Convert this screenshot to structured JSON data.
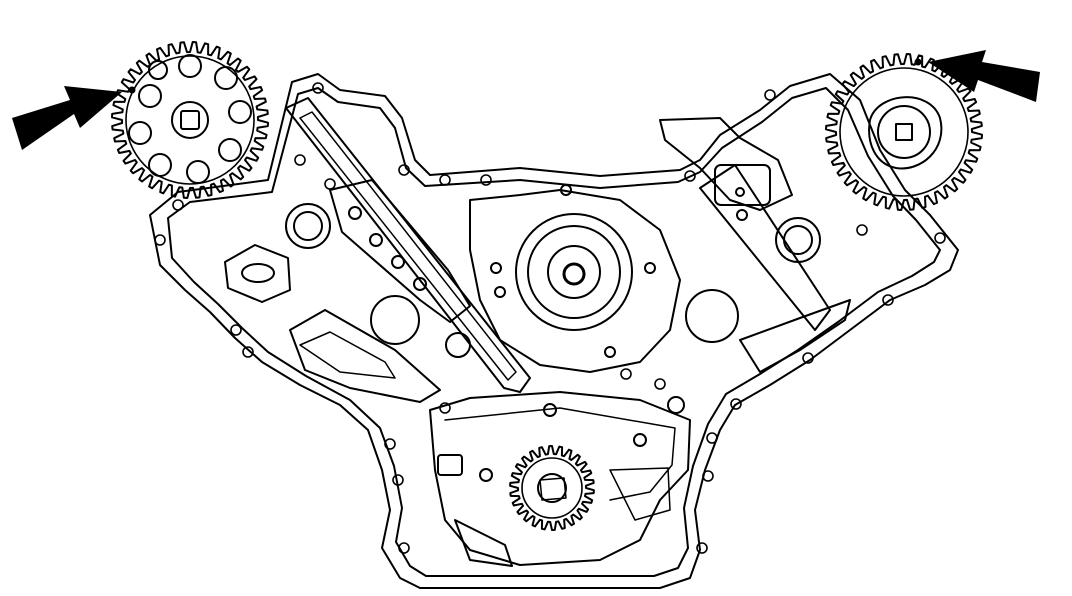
{
  "diagram": {
    "kind": "engine-front-line-drawing",
    "colors": {
      "ink": "#000000",
      "paper": "#ffffff"
    },
    "components": [
      {
        "id": "left-camshaft-sprocket",
        "icon": "gear-icon",
        "teeth": 40
      },
      {
        "id": "right-camshaft-sprocket",
        "icon": "gear-icon",
        "teeth": 40
      },
      {
        "id": "crankshaft-sprocket",
        "icon": "gear-icon",
        "teeth": 26
      },
      {
        "id": "water-pump-pulley-boss",
        "icon": "circle-icon"
      },
      {
        "id": "left-timing-mark-arrow",
        "icon": "arrow-right-icon"
      },
      {
        "id": "right-timing-mark-arrow",
        "icon": "arrow-left-icon"
      }
    ]
  }
}
